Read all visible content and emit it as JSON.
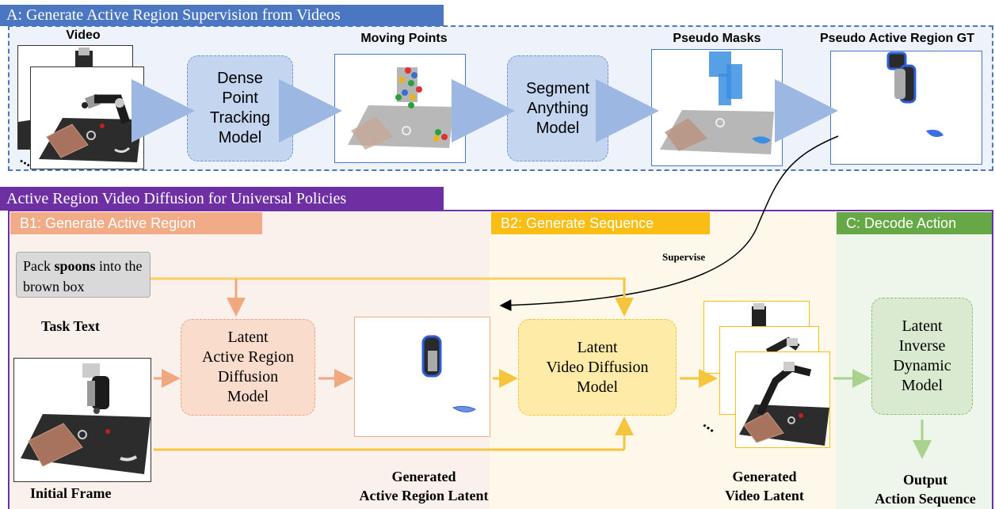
{
  "section_a": {
    "title": "A: Generate Active Region Supervision from Videos",
    "video_label": "Video",
    "moving_points_label": "Moving Points",
    "pseudo_masks_label": "Pseudo Masks",
    "pseudo_gt_label": "Pseudo Active Region GT",
    "tracking_box": "Dense\nPoint\nTracking\nModel",
    "sam_box": "Segment\nAnything\nModel"
  },
  "section_b": {
    "title": "Active Region Video Diffusion for Universal Policies",
    "b1_tab": "B1: Generate Active Region",
    "b2_tab": "B2: Generate Sequence",
    "c_tab": "C: Decode Action",
    "task_prefix": "Pack ",
    "task_bold": "spoons",
    "task_suffix": " into the brown box",
    "task_text_label": "Task Text",
    "initial_frame_label": "Initial Frame",
    "latent_ar_box": "Latent\nActive Region\nDiffusion\nModel",
    "latent_video_box": "Latent\nVideo Diffusion\nModel",
    "inverse_box": "Latent\nInverse\nDynamic\nModel",
    "generated_ar_label": "Generated\nActive Region Latent",
    "generated_video_label": "Generated\nVideo Latent",
    "output_label": "Output\nAction Sequence",
    "supervise_label": "Supervise"
  },
  "colors": {
    "section_a": "#4b76c2",
    "section_b": "#6d2fa2",
    "b1": "#f1ab86",
    "b2": "#f9bd13",
    "c": "#67a846",
    "mask_blue": "#3b8fe0"
  }
}
